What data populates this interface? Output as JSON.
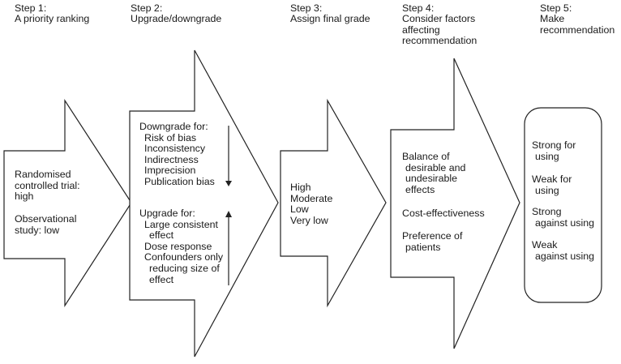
{
  "steps": [
    {
      "label": "Step 1:",
      "title_lines": [
        "A priority ranking"
      ]
    },
    {
      "label": "Step 2:",
      "title_lines": [
        "Upgrade/downgrade"
      ]
    },
    {
      "label": "Step 3:",
      "title_lines": [
        "Assign final grade"
      ]
    },
    {
      "label": "Step 4:",
      "title_lines": [
        "Consider factors",
        "affecting",
        "recommendation"
      ]
    },
    {
      "label": "Step 5:",
      "title_lines": [
        "Make",
        "recommendation"
      ]
    }
  ],
  "step1": {
    "rct": [
      "Randomised",
      "controlled trial:",
      "high"
    ],
    "obs": [
      "Observational",
      "study: low"
    ]
  },
  "step2": {
    "downgrade_title": "Downgrade for:",
    "downgrade_items": [
      "Risk of bias",
      "Inconsistency",
      "Indirectness",
      "Imprecision",
      "Publication bias"
    ],
    "upgrade_title": "Upgrade for:",
    "upgrade_items": [
      [
        "Large consistent",
        "effect"
      ],
      [
        "Dose response"
      ],
      [
        "Confounders only",
        "reducing size of",
        "effect"
      ]
    ]
  },
  "step3": {
    "grades": [
      "High",
      "Moderate",
      "Low",
      "Very low"
    ]
  },
  "step4": {
    "factors": [
      [
        "Balance of",
        "desirable and",
        "undesirable",
        "effects"
      ],
      [
        "Cost-effectiveness"
      ],
      [
        "Preference of",
        "patients"
      ]
    ]
  },
  "step5": {
    "recommendations": [
      [
        "Strong for",
        "using"
      ],
      [
        "Weak for",
        "using"
      ],
      [
        "Strong",
        "against using"
      ],
      [
        "Weak",
        "against using"
      ]
    ]
  }
}
